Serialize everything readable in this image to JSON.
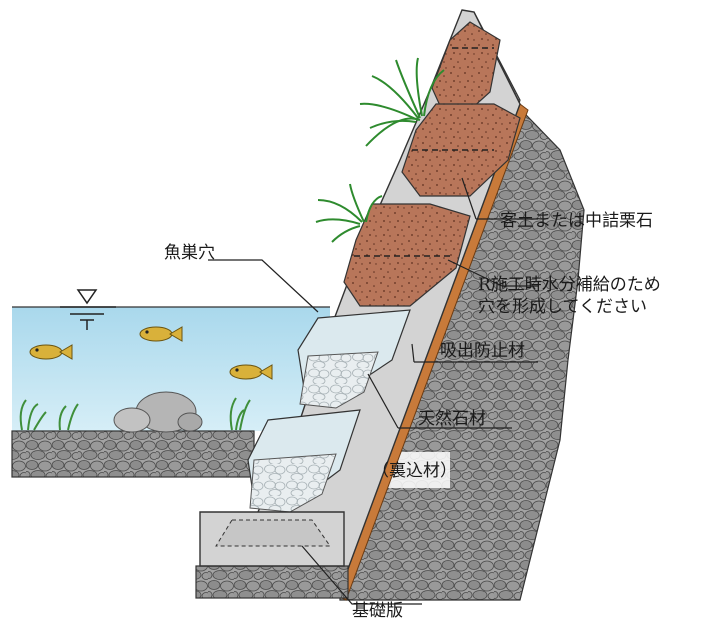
{
  "labels": {
    "fish_nest_hole": "魚巣穴",
    "soil_fill": "客土または中詰栗石",
    "water_supply_hole_line1": "R施工時水分補給のため",
    "water_supply_hole_line2": "穴を形成してください",
    "anti_outflow": "吸出防止材",
    "natural_stone": "天然石材",
    "backfill": "（裏込材）",
    "foundation_slab": "基礎版"
  },
  "colors": {
    "water": "#bfe3f1",
    "block_gray": "#d3d3d3",
    "soil_brown": "#b8765a",
    "filter_orange": "#c87a3a",
    "gravel_fill": "#9a9a9a",
    "fish_gold": "#d9b13a"
  },
  "icons": {
    "water_level": "water-level-triangle-icon",
    "fish": "fish-icon",
    "grass": "grass-tuft-icon",
    "aquatic_plant": "aquatic-plant-icon",
    "boulder": "boulder-icon"
  }
}
